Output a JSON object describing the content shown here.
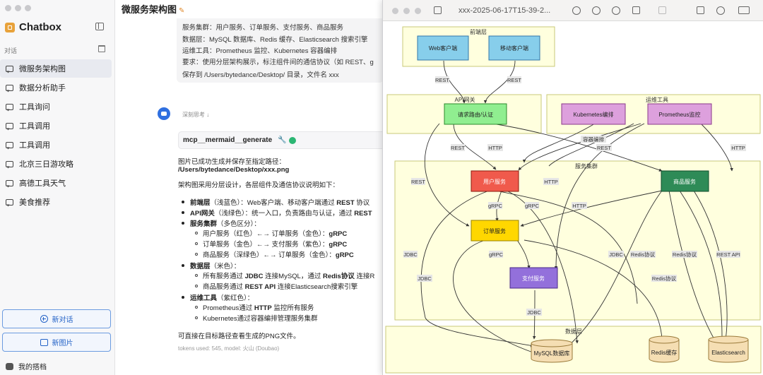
{
  "sidebar": {
    "brand": "Chatbox",
    "section_label": "对话",
    "conversations": [
      {
        "label": "微服务架构图",
        "active": true
      },
      {
        "label": "数据分析助手"
      },
      {
        "label": "工具询问"
      },
      {
        "label": "工具调用"
      },
      {
        "label": "工具调用"
      },
      {
        "label": "北京三日游攻略"
      },
      {
        "label": "高德工具天气"
      },
      {
        "label": "美食推荐"
      }
    ],
    "new_chat": "新对话",
    "new_image": "新图片",
    "my_partner": "我的搭档"
  },
  "chat": {
    "title": "微服务架构图",
    "user_message": [
      "服务集群：用户服务、订单服务、支付服务、商品服务",
      "数据层：MySQL 数据库、Redis 缓存、Elasticsearch 搜索引擎",
      "运维工具：Prometheus 监控、Kubernetes 容器编排",
      "要求：使用分层架构展示，标注组件间的通信协议（如 REST、g",
      "保存到 /Users/bytedance/Desktop/ 目录，文件名 xxx"
    ],
    "thinking_label": "深刻思考",
    "tool_name": "mcp__mermaid__generate",
    "result_line1": "图片已成功生成并保存至指定路径：",
    "result_path": "/Users/bytedance/Desktop/xxx.png",
    "result_intro": "架构图采用分层设计，各层组件及通信协议说明如下：",
    "bullets": [
      {
        "title": "前端层",
        "text": "（浅蓝色）：Web客户端、移动客户端通过 ",
        "strong": "REST",
        "tail": " 协议"
      },
      {
        "title": "API网关",
        "text": "（浅绿色）：统一入口，负责路由与认证，通过 ",
        "strong": "REST",
        "tail": ""
      },
      {
        "title": "服务集群",
        "text": "（多色区分）：",
        "strong": "",
        "tail": ""
      },
      {
        "title": "数据层",
        "text": "（米色）：",
        "strong": "",
        "tail": ""
      },
      {
        "title": "运维工具",
        "text": "（紫红色）：",
        "strong": "",
        "tail": ""
      }
    ],
    "sub_service": [
      {
        "text": "用户服务（红色）←→ 订单服务（金色）：",
        "strong": "gRPC"
      },
      {
        "text": "订单服务（金色）←→ 支付服务（紫色）：",
        "strong": "gRPC"
      },
      {
        "text": "商品服务（深绿色）←→ 订单服务（金色）：",
        "strong": "gRPC"
      }
    ],
    "sub_data": [
      {
        "a": "所有服务通过 ",
        "s1": "JDBC",
        "b": " 连接MySQL，通过 ",
        "s2": "Redis协议",
        "c": " 连接R"
      },
      {
        "a": "商品服务通过 ",
        "s1": "REST API",
        "b": " 连接Elasticsearch搜索引擎",
        "s2": "",
        "c": ""
      }
    ],
    "sub_ops": [
      {
        "a": "Prometheus通过 ",
        "s1": "HTTP",
        "b": " 监控所有服务"
      },
      {
        "a": "Kubernetes通过容器编排管理服务集群",
        "s1": "",
        "b": ""
      }
    ],
    "closing": "可直接在目标路径查看生成的PNG文件。",
    "meta": "tokens used: 545, model: 火山 (Doubao)"
  },
  "preview": {
    "title": "xxx-2025-06-17T15-39-2...",
    "layers": {
      "frontend": "前端层",
      "gateway": "API网关",
      "ops": "运维工具",
      "cluster": "服务集群",
      "data": "数据层"
    },
    "nodes": {
      "web": "Web客户端",
      "mobile": "移动客户端",
      "router": "请求路由/认证",
      "k8s": "Kubernetes编排",
      "prom": "Prometheus监控",
      "user": "用户服务",
      "goods": "商品服务",
      "order": "订单服务",
      "pay": "支付服务",
      "mysql": "MySQL数据库",
      "redis": "Redis缓存",
      "es": "Elasticsearch"
    },
    "edge_labels": {
      "rest": "REST",
      "http": "HTTP",
      "grpc": "gRPC",
      "jdbc": "JDBC",
      "redis": "Redis协议",
      "restapi": "REST API",
      "orchestrate": "容器编排"
    },
    "colors": {
      "frontend_node": "#87ceeb",
      "gateway_node": "#90ee90",
      "ops_node": "#dda0dd",
      "user_service": "#f05a4c",
      "goods_service": "#2e8b57",
      "order_service": "#ffd700",
      "pay_service": "#9370db",
      "data_node": "#f5deb3",
      "layer_bg": "#ffffde"
    }
  }
}
